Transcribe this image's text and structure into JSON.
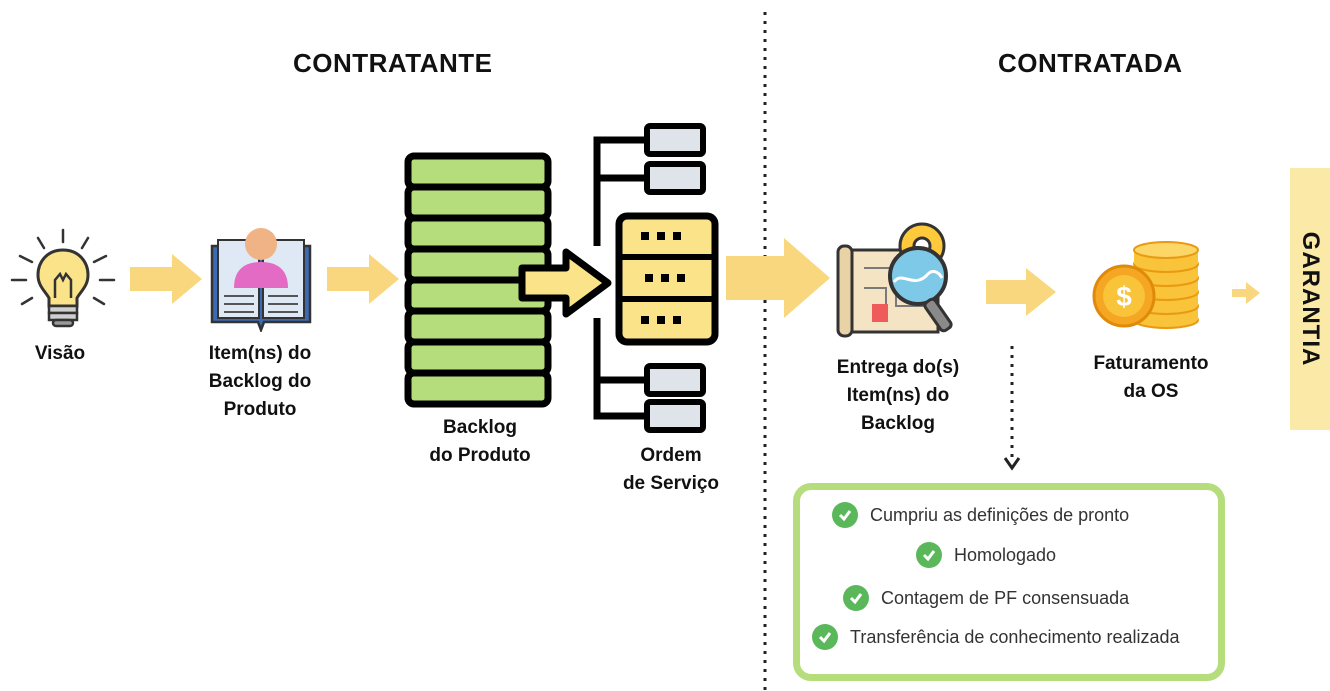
{
  "headers": {
    "left": "CONTRATANTE",
    "right": "CONTRATADA"
  },
  "steps": {
    "visao": "Visão",
    "item": "Item(ns) do\nBacklog do\nProduto",
    "backlog": "Backlog\ndo Produto",
    "os": "Ordem\nde Serviço",
    "entrega": "Entrega do(s)\nItem(ns) do\nBacklog",
    "faturamento": "Faturamento\nda OS"
  },
  "checklist": [
    "Cumpriu as definições de pronto",
    "Homologado",
    "Contagem de PF consensuada",
    "Transferência de conhecimento realizada"
  ],
  "garantia": "GARANTIA",
  "colors": {
    "arrow": "#f9d77e",
    "green": "#b5dd7c",
    "check": "#5bb85a",
    "garantia_bg": "#fbe9a8"
  }
}
